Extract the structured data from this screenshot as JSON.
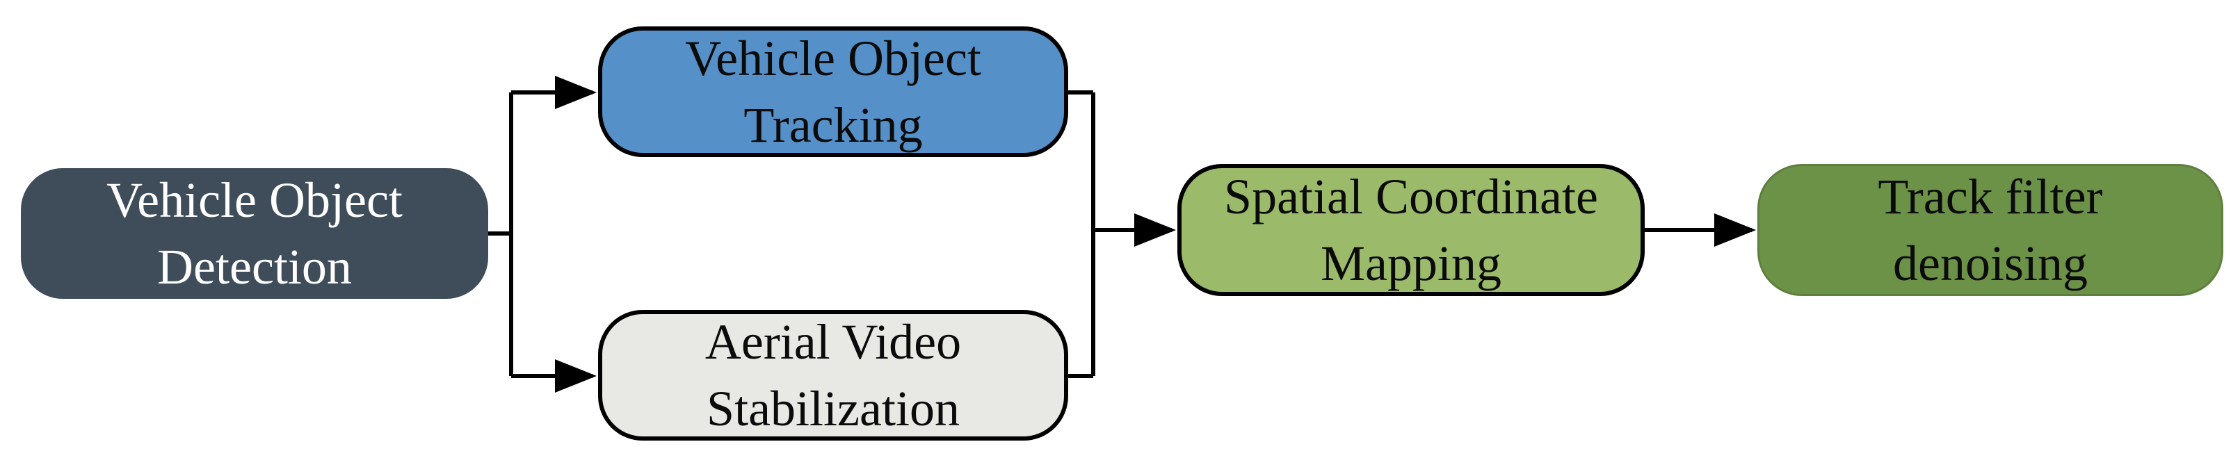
{
  "diagram": {
    "nodes": {
      "detection": {
        "line1": "Vehicle Object",
        "line2": "Detection",
        "fill": "#3f4d5b"
      },
      "tracking": {
        "line1": "Vehicle Object",
        "line2": "Tracking",
        "fill": "#5590c8"
      },
      "stabilization": {
        "line1": "Aerial Video",
        "line2": "Stabilization",
        "fill": "#e8e8e4"
      },
      "mapping": {
        "line1": "Spatial Coordinate",
        "line2": "Mapping",
        "fill": "#9bbb6b"
      },
      "filter": {
        "line1": "Track filter",
        "line2": "denoising",
        "fill": "#6c9248"
      }
    },
    "edges": [
      {
        "from": "detection",
        "to": "tracking"
      },
      {
        "from": "detection",
        "to": "stabilization"
      },
      {
        "from": "tracking",
        "to": "mapping"
      },
      {
        "from": "stabilization",
        "to": "mapping"
      },
      {
        "from": "mapping",
        "to": "filter"
      }
    ],
    "colors": {
      "connector": "#000000"
    }
  }
}
